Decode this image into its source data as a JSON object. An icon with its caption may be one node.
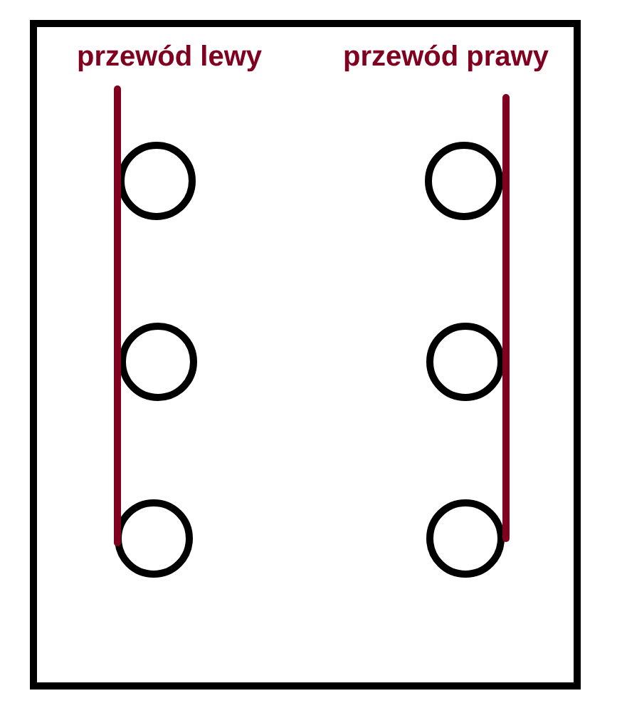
{
  "diagram": {
    "nodes": [
      {
        "text": [],
        "shape": "box"
      },
      {
        "text": [],
        "shape": "circle",
        "in": 0
      },
      {
        "text": [],
        "shape": "circle",
        "in": 0
      },
      {
        "text": [],
        "shape": "circle",
        "in": 0
      },
      {
        "text": [],
        "shape": "circle",
        "in": 0
      },
      {
        "text": [],
        "shape": "circle",
        "in": 0
      },
      {
        "text": [],
        "shape": "circle",
        "in": 0
      }
    ],
    "labels": [
      "przewód lewy",
      "przewód prawy"
    ]
  }
}
